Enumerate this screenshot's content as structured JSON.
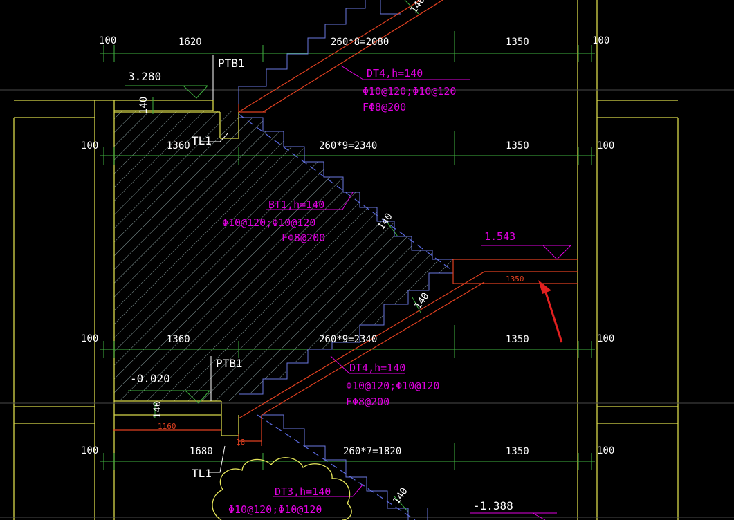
{
  "colors": {
    "background": "#000000",
    "wall": "#d8d84a",
    "dimension": "#3fb23f",
    "stair_outline": "#e04020",
    "rebar_label": "#e000e0",
    "dashed_line": "#5a6ae0",
    "hatch": "#8aa0a0",
    "cloud": "#e6e65a",
    "arrow": "#e02020",
    "text": "#ffffff"
  },
  "dimensions": {
    "row1": [
      "100",
      "1620",
      "260*8=2080",
      "1350",
      "100"
    ],
    "row2": [
      "100",
      "1360",
      "260*9=2340",
      "1350",
      "100"
    ],
    "row3": [
      "100",
      "1360",
      "260*9=2340",
      "1350",
      "100"
    ],
    "row4": [
      "100",
      "1680",
      "260*7=1820",
      "1350",
      "100"
    ]
  },
  "levels": {
    "top": "3.280",
    "mid": "1.543",
    "low": "-0.020",
    "bottom": "-1.388"
  },
  "labels": {
    "ptb_top": "PTB1",
    "ptb_low": "PTB1",
    "tl_top": "TL1",
    "tl_low": "TL1",
    "landing_dim_mid": "1350",
    "landing_dim_low": "1160",
    "thickness": "140",
    "small_dim": "18"
  },
  "stairs": {
    "dt4_top": {
      "name": "DT4,h=140",
      "rebar": "Φ10@120;Φ10@120",
      "dist": "FΦ8@200"
    },
    "bt1": {
      "name": "BT1,h=140",
      "rebar": "Φ10@120;Φ10@120",
      "dist": "FΦ8@200"
    },
    "dt4_low": {
      "name": "DT4,h=140",
      "rebar": "Φ10@120;Φ10@120",
      "dist": "FΦ8@200"
    },
    "dt3": {
      "name": "DT3,h=140",
      "rebar": "Φ10@120;Φ10@120"
    }
  }
}
